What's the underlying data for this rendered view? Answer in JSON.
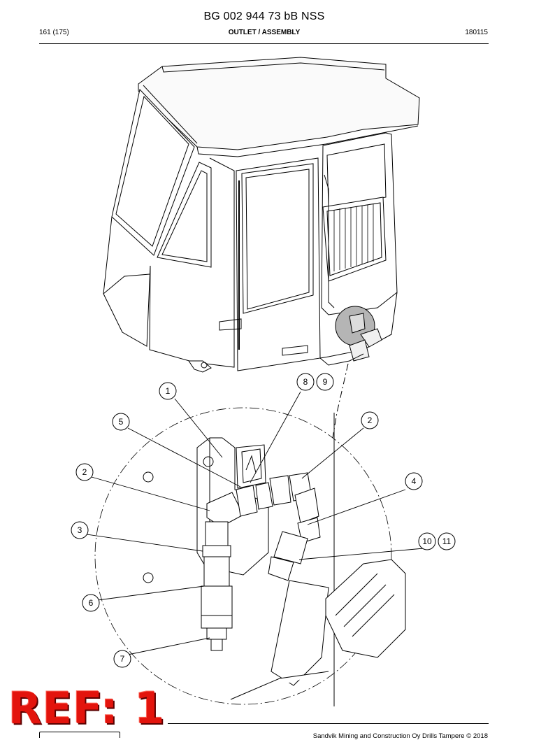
{
  "header": {
    "doc_number": "BG 002 944 73 bB NSS",
    "page": "161 (175)",
    "title": "OUTLET / ASSEMBLY",
    "date_code": "180115"
  },
  "footer": {
    "copyright": "Sandvik Mining and Construction Oy Drills Tampere © 2018",
    "ref_stamp": "REF: 1"
  },
  "callouts": [
    "1",
    "2",
    "2",
    "3",
    "4",
    "5",
    "6",
    "7",
    "8",
    "9",
    "10",
    "11"
  ]
}
